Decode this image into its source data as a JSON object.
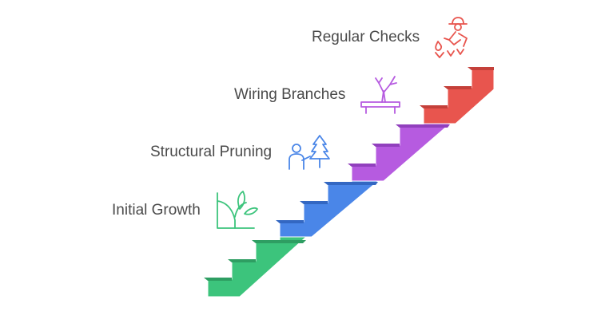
{
  "diagram": {
    "steps": [
      {
        "label": "Initial Growth",
        "color": "#3cc47c",
        "icon": "sprout-icon"
      },
      {
        "label": "Structural Pruning",
        "color": "#4a86e8",
        "icon": "gardener-tree-icon"
      },
      {
        "label": "Wiring Branches",
        "color": "#b65be0",
        "icon": "bonsai-tree-icon"
      },
      {
        "label": "Regular Checks",
        "color": "#e8554e",
        "icon": "gardener-watering-icon"
      }
    ]
  }
}
